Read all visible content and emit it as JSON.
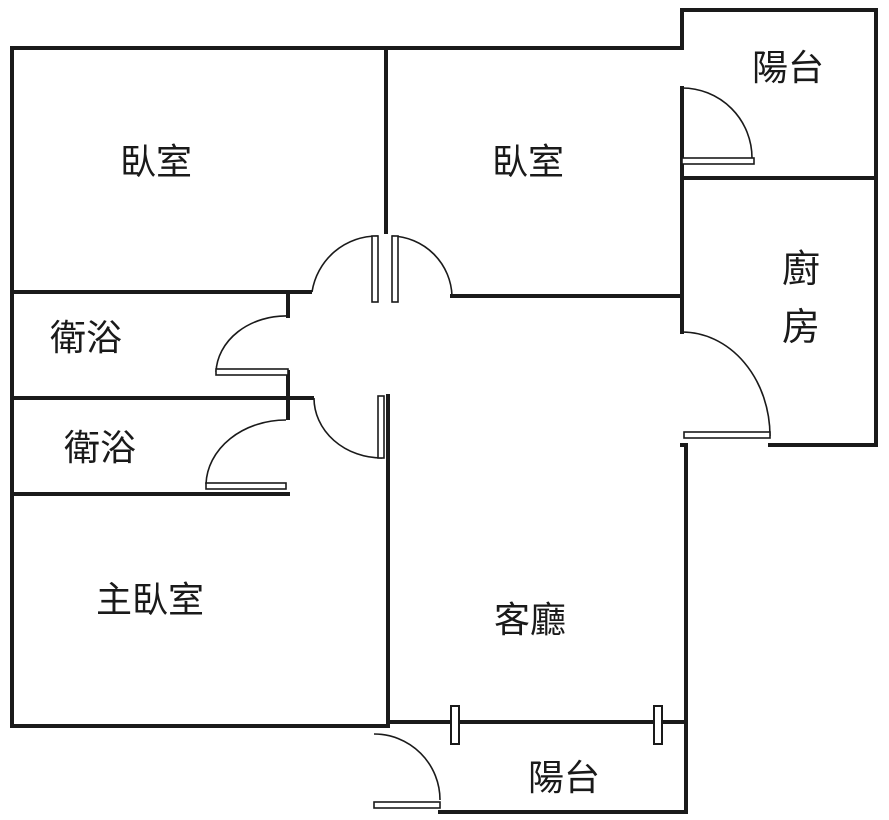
{
  "rooms": {
    "bedroom_left": "臥室",
    "bedroom_right": "臥室",
    "balcony_top": "陽台",
    "kitchen_line1": "廚",
    "kitchen_line2": "房",
    "bathroom_upper": "衛浴",
    "bathroom_lower": "衛浴",
    "master_bedroom": "主臥室",
    "living_room": "客廳",
    "balcony_bottom": "陽台"
  }
}
